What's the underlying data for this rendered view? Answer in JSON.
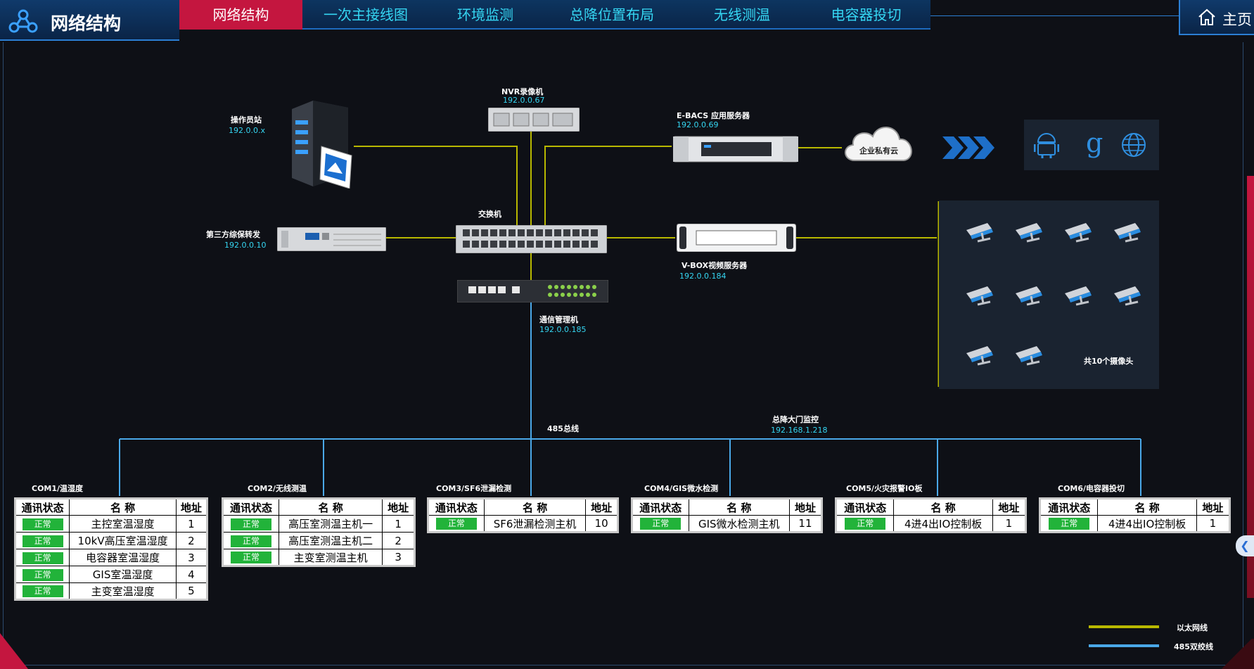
{
  "header": {
    "title": "网络结构",
    "nav": [
      "网络结构",
      "一次主接线图",
      "环境监测",
      "总降位置布局",
      "无线测温",
      "电容器投切"
    ],
    "active_index": 0,
    "home_label": "主页"
  },
  "devices": {
    "operator": {
      "name": "操作员站",
      "ip": "192.0.0.x"
    },
    "nvr": {
      "name": "NVR录像机",
      "ip": "192.0.0.67"
    },
    "ebacs": {
      "name": "E-BACS 应用服务器",
      "ip": "192.0.0.69"
    },
    "cloud": {
      "name": "企业私有云"
    },
    "third": {
      "name": "第三方综保转发",
      "ip": "192.0.0.10"
    },
    "switch": {
      "name": "交换机"
    },
    "vbox": {
      "name": "V-BOX视频服务器",
      "ip": "192.0.0.184"
    },
    "comm": {
      "name": "通信管理机",
      "ip": "192.0.0.185"
    },
    "bus": {
      "name": "485总线"
    },
    "gate": {
      "name": "总降大门监控",
      "ip": "192.168.1.218"
    },
    "cameras": {
      "label": "共10个摄像头",
      "count": 10
    }
  },
  "tables": [
    {
      "title": "COM1/温湿度",
      "headers": [
        "通讯状态",
        "名 称",
        "地址"
      ],
      "rows": [
        [
          "正常",
          "主控室温湿度",
          "1"
        ],
        [
          "正常",
          "10kV高压室温湿度",
          "2"
        ],
        [
          "正常",
          "电容器室温湿度",
          "3"
        ],
        [
          "正常",
          "GIS室温湿度",
          "4"
        ],
        [
          "正常",
          "主变室温湿度",
          "5"
        ]
      ]
    },
    {
      "title": "COM2/无线测温",
      "headers": [
        "通讯状态",
        "名 称",
        "地址"
      ],
      "rows": [
        [
          "正常",
          "高压室测温主机一",
          "1"
        ],
        [
          "正常",
          "高压室测温主机二",
          "2"
        ],
        [
          "正常",
          "主变室测温主机",
          "3"
        ]
      ]
    },
    {
      "title": "COM3/SF6泄漏检测",
      "headers": [
        "通讯状态",
        "名 称",
        "地址"
      ],
      "rows": [
        [
          "正常",
          "SF6泄漏检测主机",
          "10"
        ]
      ]
    },
    {
      "title": "COM4/GIS微水检测",
      "headers": [
        "通讯状态",
        "名 称",
        "地址"
      ],
      "rows": [
        [
          "正常",
          "GIS微水检测主机",
          "11"
        ]
      ]
    },
    {
      "title": "COM5/火灾报警IO板",
      "headers": [
        "通讯状态",
        "名 称",
        "地址"
      ],
      "rows": [
        [
          "正常",
          "4进4出IO控制板",
          "1"
        ]
      ]
    },
    {
      "title": "COM6/电容器投切",
      "headers": [
        "通讯状态",
        "名 称",
        "地址"
      ],
      "rows": [
        [
          "正常",
          "4进4出IO控制板",
          "1"
        ]
      ]
    }
  ],
  "legend": [
    {
      "label": "以太网线",
      "color": "#b8b800"
    },
    {
      "label": "485双绞线",
      "color": "#4aa8e8"
    }
  ],
  "colors": {
    "accent": "#c4163f",
    "ethernet": "#b8b800",
    "rs485": "#4aa8e8",
    "ip": "#35d6f2"
  }
}
